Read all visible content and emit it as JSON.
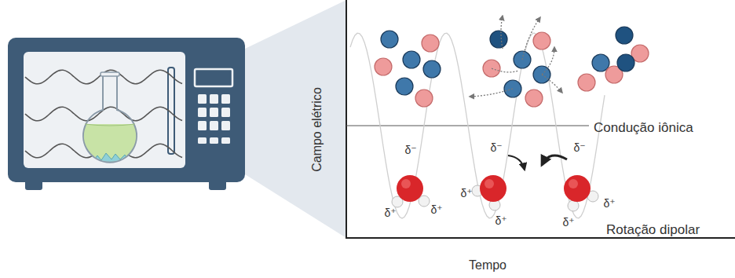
{
  "diagram": {
    "labels": [
      "Campo elétrico",
      "Tempo",
      "Condução iônica",
      "Rotação dipolar",
      "δ⁻",
      "δ⁺",
      "δ⁺",
      "δ⁻",
      "δ⁺",
      "δ⁺",
      "δ⁻",
      "δ⁺",
      "δ⁺"
    ]
  }
}
